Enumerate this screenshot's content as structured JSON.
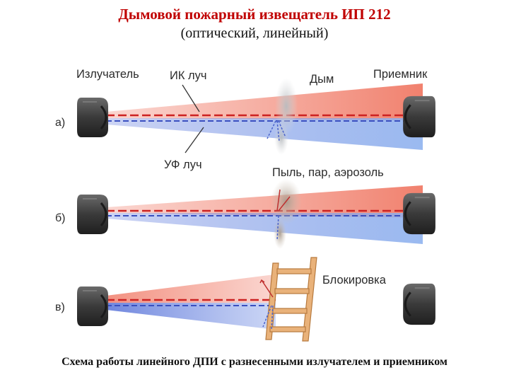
{
  "title": "Дымовой пожарный извещатель ИП 212",
  "subtitle": "(оптический, линейный)",
  "caption": "Схема работы линейного ДПИ с разнесенными излучателем и приемником",
  "labels": {
    "emitter": "Излучатель",
    "ir_beam": "ИК луч",
    "smoke": "Дым",
    "receiver": "Приемник",
    "uv_beam": "УФ луч",
    "dust": "Пыль, пар, аэрозоль",
    "blocking": "Блокировка"
  },
  "rows": [
    {
      "mark": "а)",
      "case": "smoke"
    },
    {
      "mark": "б)",
      "case": "dust"
    },
    {
      "mark": "в)",
      "case": "blocking"
    }
  ],
  "colors": {
    "title": "#c00000",
    "ir": "#e8504a",
    "uv": "#5a78d8",
    "device": "#3c3c3c",
    "ladder": "#e9b27a"
  }
}
